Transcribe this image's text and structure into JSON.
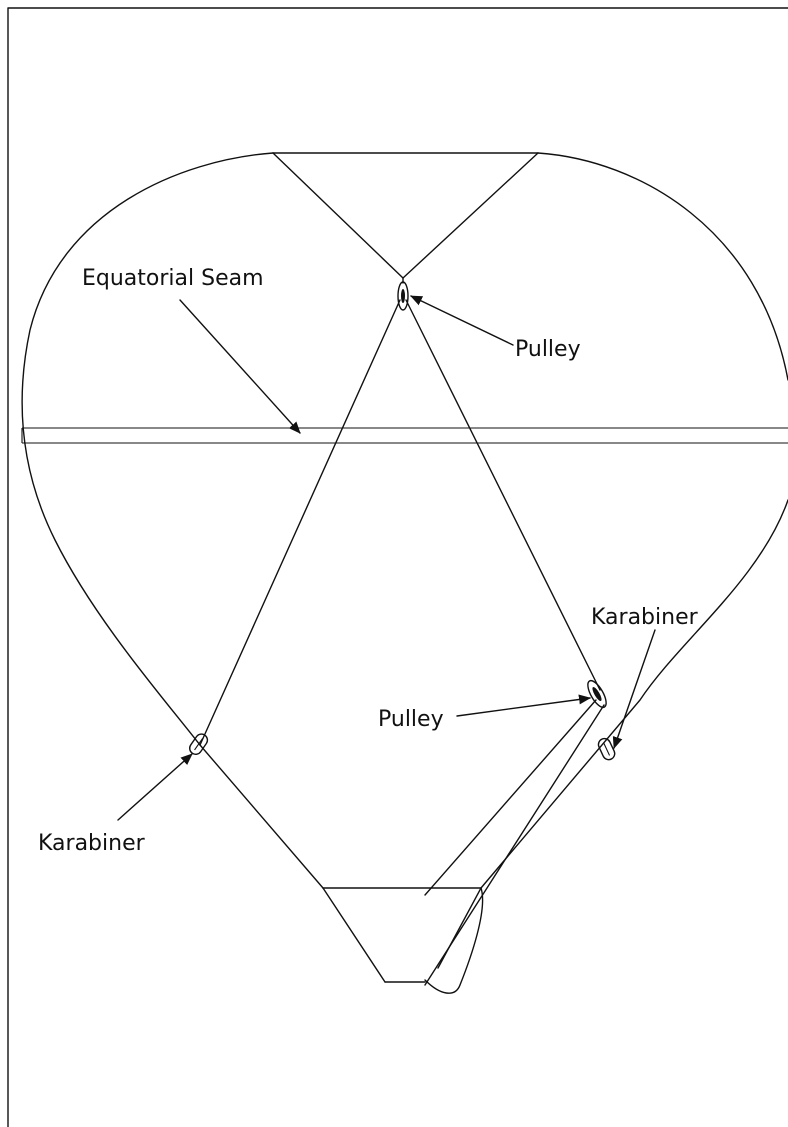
{
  "labels": {
    "equatorial_seam": "Equatorial Seam",
    "pulley_top": "Pulley",
    "pulley_lower": "Pulley",
    "karabiner_right": "Karabiner",
    "karabiner_left": "Karabiner"
  },
  "colors": {
    "line": "#111111",
    "background": "#ffffff"
  }
}
